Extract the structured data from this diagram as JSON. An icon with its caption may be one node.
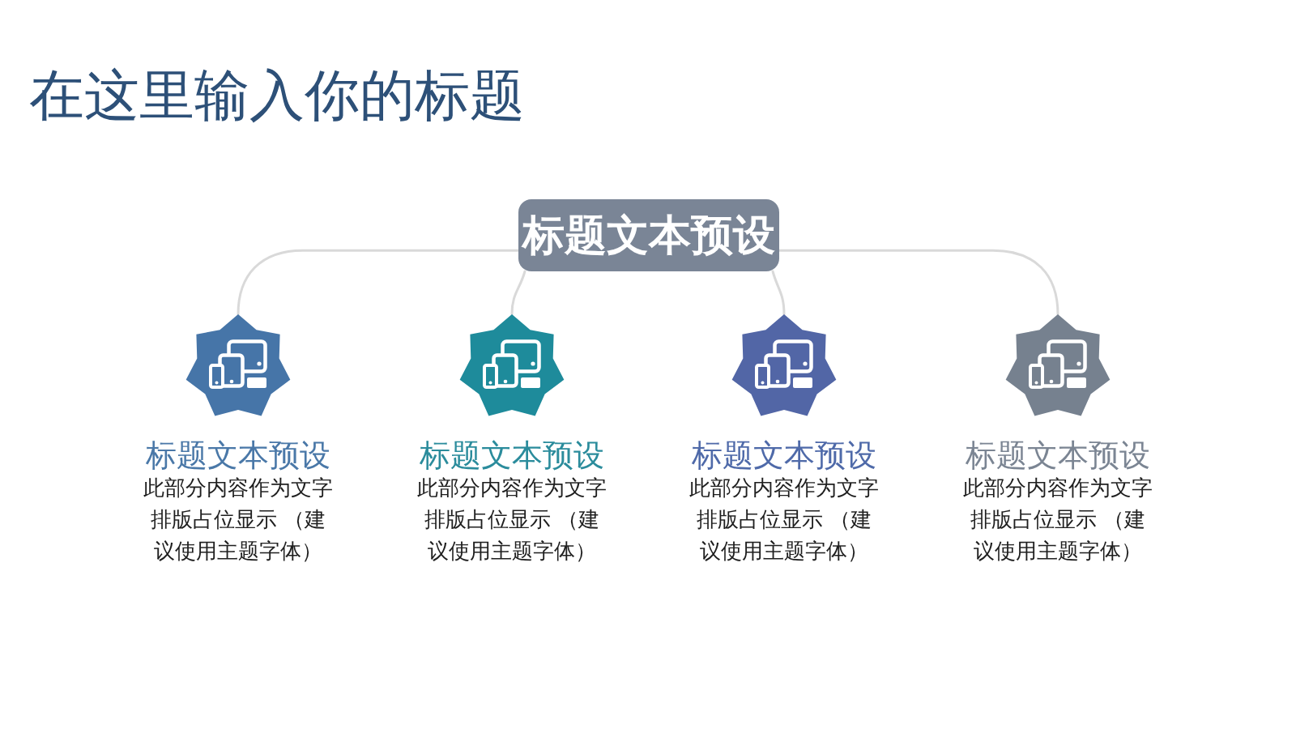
{
  "diagram": {
    "title": "在这里输入你的标题",
    "nodes": [
      {
        "text": [
          "标题文本预设"
        ]
      },
      {
        "text": [
          "标题文本预设",
          "此部分内容作为文字排版占位显示 （建议使用主题字体）"
        ]
      },
      {
        "text": [
          "标题文本预设",
          "此部分内容作为文字排版占位显示 （建议使用主题字体）"
        ]
      },
      {
        "text": [
          "标题文本预设",
          "此部分内容作为文字排版占位显示 （建议使用主题字体）"
        ]
      },
      {
        "text": [
          "标题文本预设",
          "此部分内容作为文字排版占位显示 （建议使用主题字体）"
        ]
      }
    ],
    "edges": [
      {
        "from": 0,
        "to": 1,
        "arrow": "none"
      },
      {
        "from": 0,
        "to": 2,
        "arrow": "none"
      },
      {
        "from": 0,
        "to": 3,
        "arrow": "none"
      },
      {
        "from": 0,
        "to": 4,
        "arrow": "none"
      }
    ]
  }
}
